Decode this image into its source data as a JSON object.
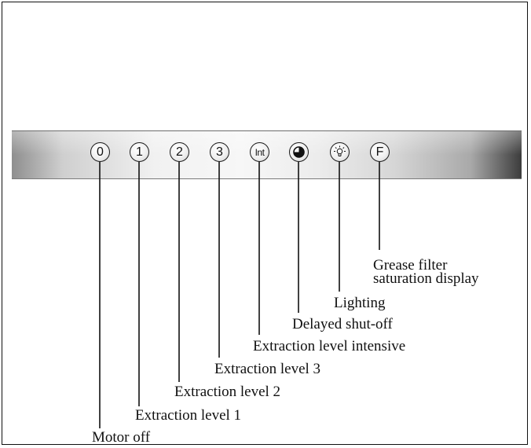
{
  "buttons": [
    {
      "id": "motor-off",
      "symbol": "0"
    },
    {
      "id": "level-1",
      "symbol": "1"
    },
    {
      "id": "level-2",
      "symbol": "2"
    },
    {
      "id": "level-3",
      "symbol": "3"
    },
    {
      "id": "intensive",
      "symbol": "Int"
    },
    {
      "id": "delayed-shutoff",
      "symbol": ""
    },
    {
      "id": "lighting",
      "symbol": ""
    },
    {
      "id": "grease-filter",
      "symbol": "F"
    }
  ],
  "labels": {
    "motor_off": "Motor off",
    "level_1": "Extraction level 1",
    "level_2": "Extraction level 2",
    "level_3": "Extraction level 3",
    "intensive": "Extraction level intensive",
    "delayed_shutoff": "Delayed shut-off",
    "lighting": "Lighting",
    "grease_filter_line1": "Grease filter",
    "grease_filter_line2": "saturation display"
  },
  "icons": {
    "delayed_shutoff": "half-filled-clock-icon",
    "lighting": "light-bulb-icon"
  }
}
